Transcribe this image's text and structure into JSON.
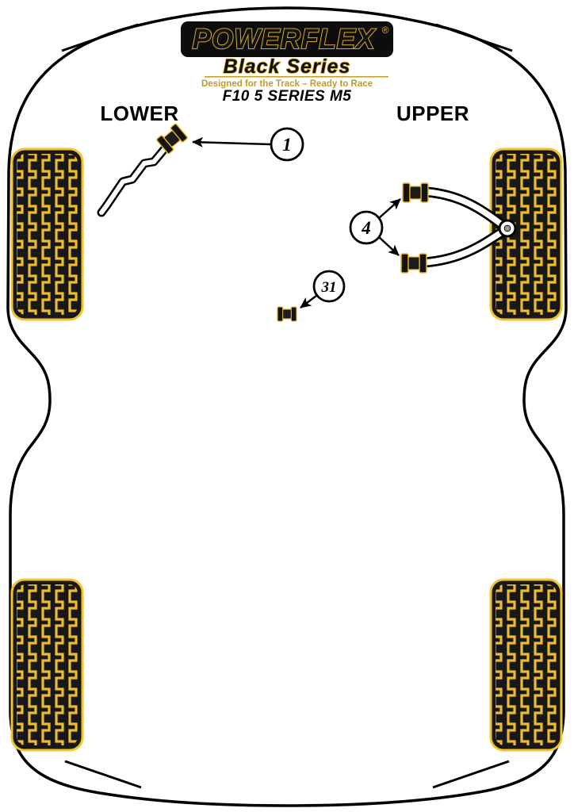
{
  "logo": {
    "brand": "POWERFLEX",
    "brand_mark": "®",
    "series": "Black Series",
    "tagline": "Designed for the Track – Ready to Race",
    "model": "F10 5 SERIES M5"
  },
  "labels": {
    "lower": "LOWER",
    "upper": "UPPER"
  },
  "callouts": {
    "one": "1",
    "four": "4",
    "thirtyone": "31"
  },
  "colors": {
    "tire_yellow": "#f4c32a",
    "tread_yellow": "#ecbc2e",
    "logo_gold": "#d8a928",
    "tagline_gold": "#c2992b",
    "ink": "#000000"
  }
}
